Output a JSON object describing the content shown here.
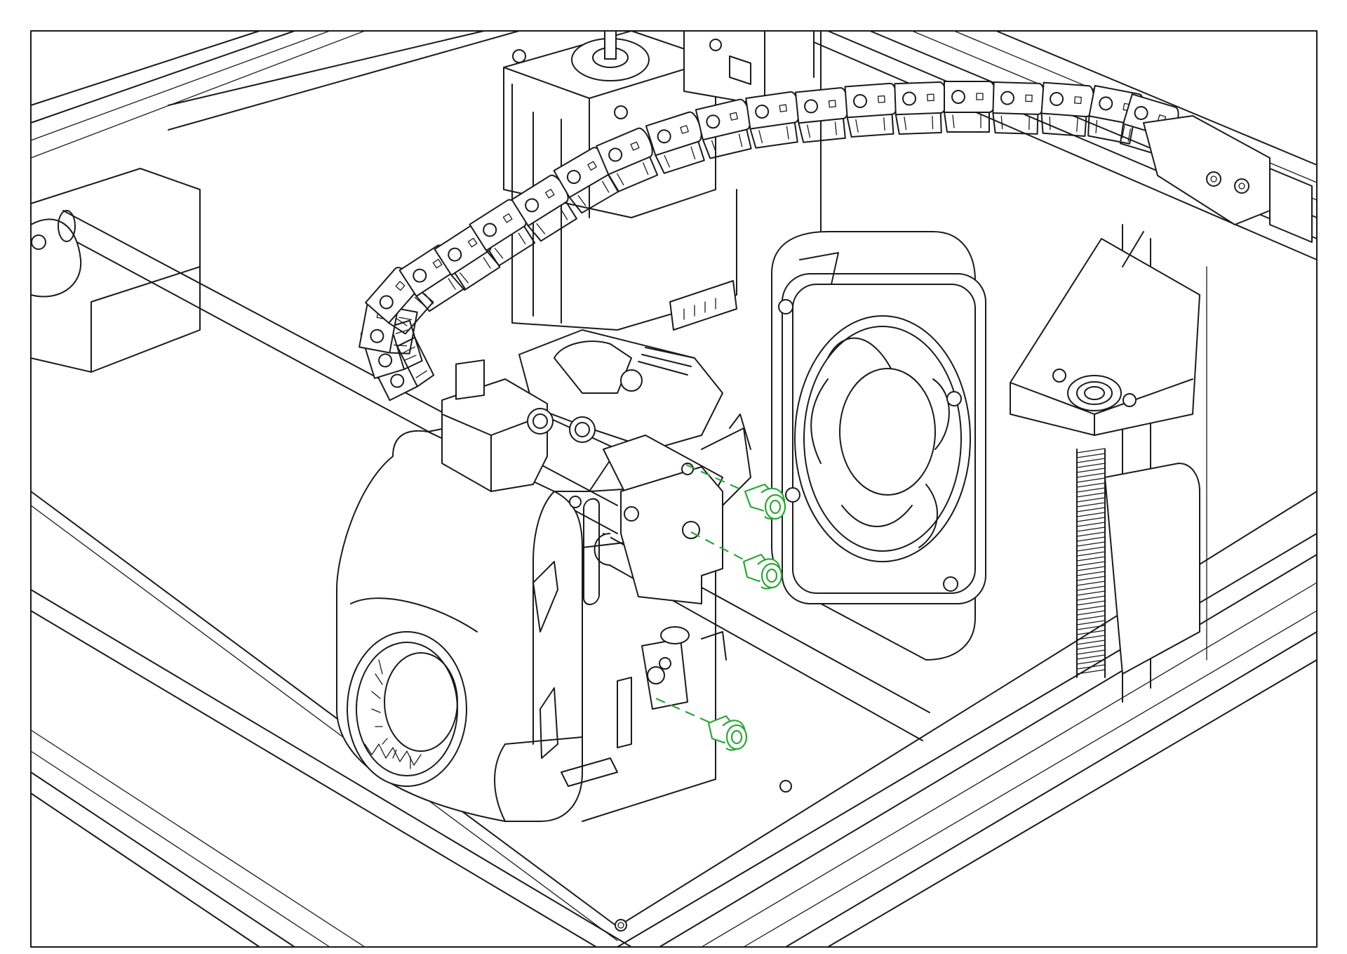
{
  "diagram": {
    "kind": "isometric line-art assembly illustration",
    "line_color": "#1a1a1a",
    "highlight_color": "#2aa636",
    "background": "#ffffff",
    "highlighted_parts": [
      "socket-head-screw",
      "socket-head-screw",
      "socket-head-screw"
    ]
  }
}
